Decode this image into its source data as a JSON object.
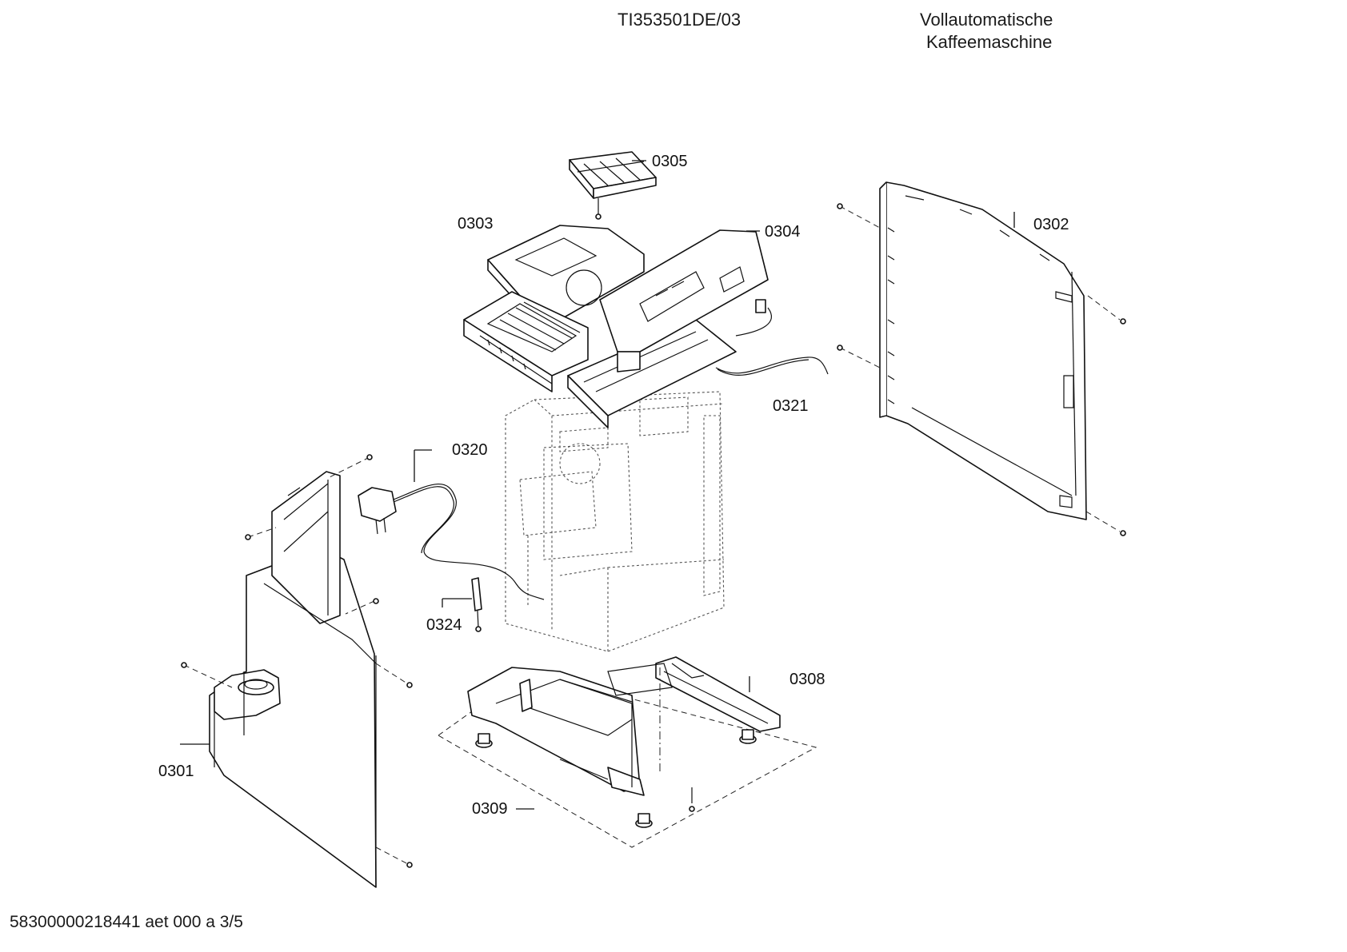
{
  "header": {
    "model": "TI353501DE/03",
    "title_line1": "Vollautomatische",
    "title_line2": "Kaffeemaschine"
  },
  "footer": {
    "doc_ref": "58300000218441 aet 000 a 3/5"
  },
  "parts": [
    {
      "id": "0301",
      "name": "0301"
    },
    {
      "id": "0302",
      "name": "0302"
    },
    {
      "id": "0303",
      "name": "0303"
    },
    {
      "id": "0304",
      "name": "0304"
    },
    {
      "id": "0305",
      "name": "0305"
    },
    {
      "id": "0308",
      "name": "0308"
    },
    {
      "id": "0309",
      "name": "0309"
    },
    {
      "id": "0320",
      "name": "0320"
    },
    {
      "id": "0321",
      "name": "0321"
    },
    {
      "id": "0324",
      "name": "0324"
    }
  ]
}
